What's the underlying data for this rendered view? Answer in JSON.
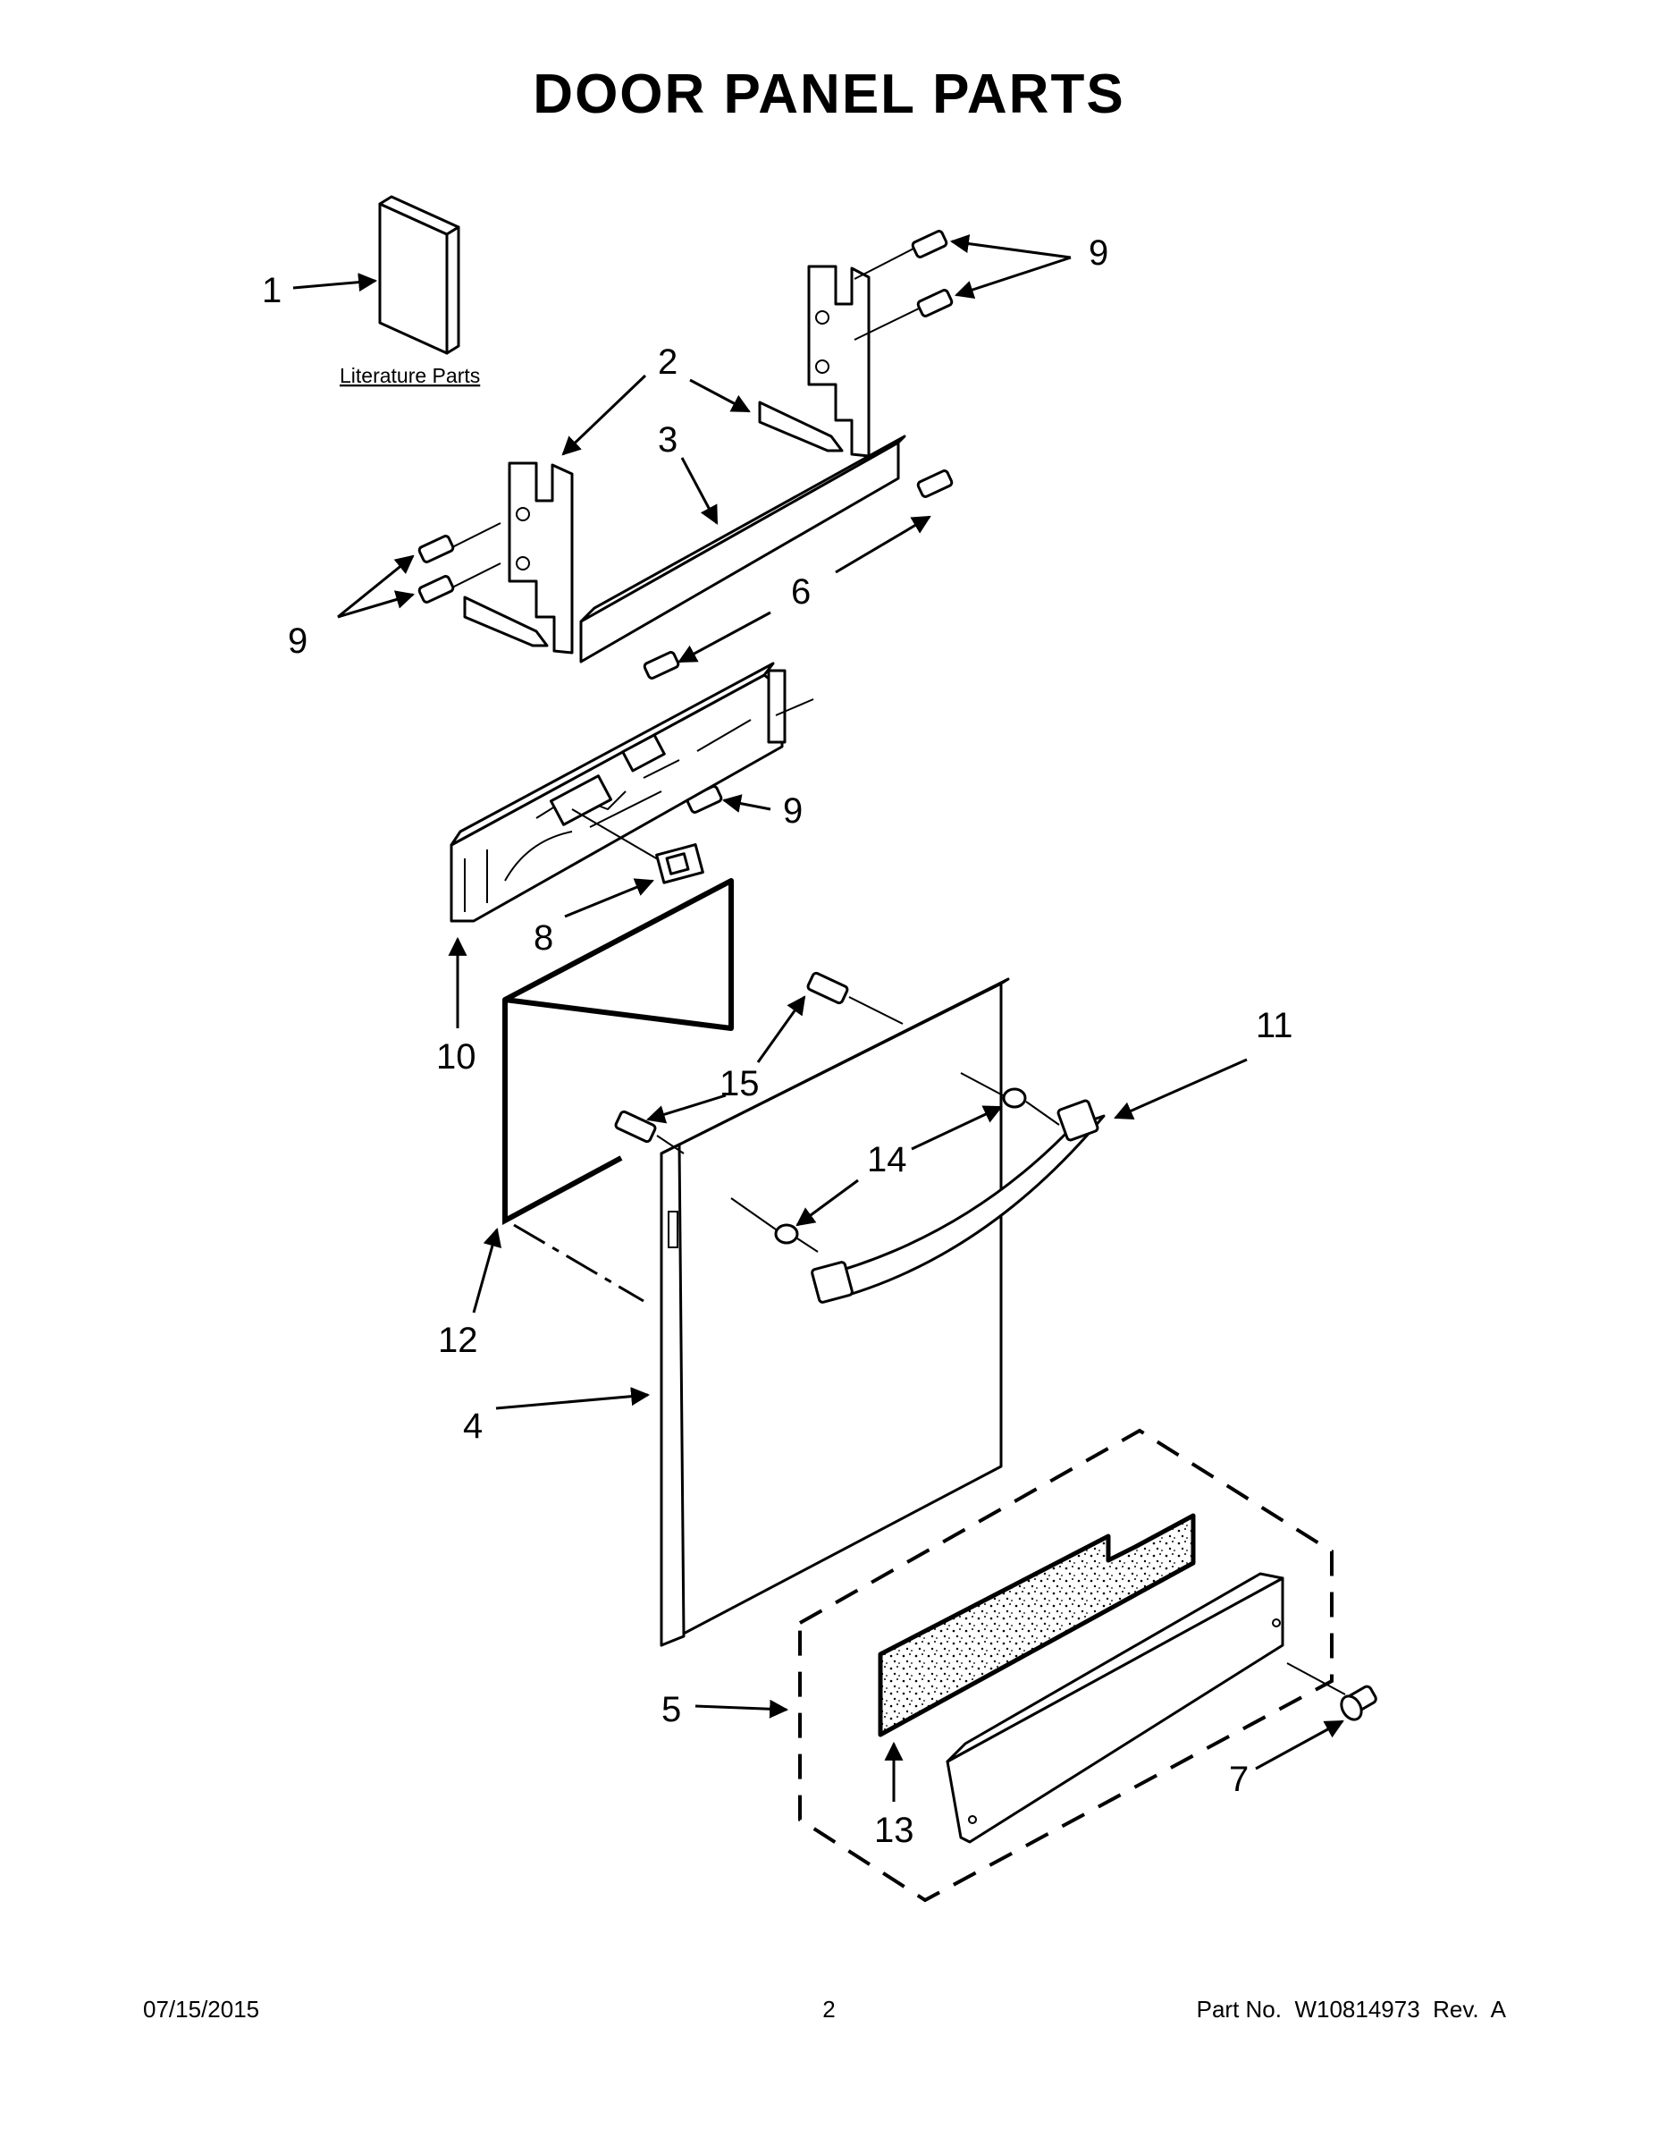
{
  "page": {
    "title": "DOOR PANEL PARTS",
    "footer_date": "07/15/2015",
    "footer_page": "2",
    "footer_part": "Part No.  W10814973  Rev.  A"
  },
  "diagram": {
    "literature_label": "Literature Parts",
    "callouts": {
      "c1": "1",
      "c2": "2",
      "c3": "3",
      "c4": "4",
      "c5": "5",
      "c6": "6",
      "c7": "7",
      "c8": "8",
      "c9a": "9",
      "c9b": "9",
      "c9c": "9",
      "c10": "10",
      "c11": "11",
      "c12": "12",
      "c13": "13",
      "c14": "14",
      "c15": "15"
    }
  }
}
